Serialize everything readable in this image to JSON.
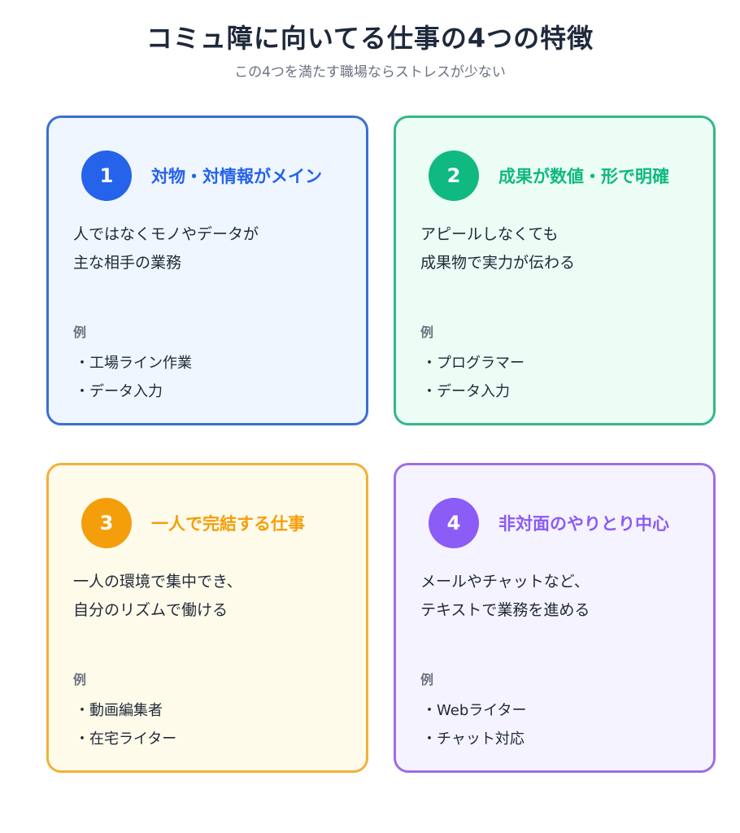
{
  "title": "コミュ障に向いてる仕事の4つの特徴",
  "subtitle": "この4つを満たす職場ならストレスが少ない",
  "example_label": "例",
  "cards": [
    {
      "number": "1",
      "heading": "対物・対情報がメイン",
      "desc": [
        "人ではなくモノやデータが",
        "主な相手の業務"
      ],
      "examples": [
        "工場ライン作業",
        "データ入力"
      ],
      "accent": "#2563eb",
      "background": "#eff6ff",
      "border": "#3b6fd4"
    },
    {
      "number": "2",
      "heading": "成果が数値・形で明確",
      "desc": [
        "アピールしなくても",
        "成果物で実力が伝わる"
      ],
      "examples": [
        "プログラマー",
        "データ入力"
      ],
      "accent": "#10b981",
      "background": "#ecfdf5",
      "border": "#34b889"
    },
    {
      "number": "3",
      "heading": "一人で完結する仕事",
      "desc": [
        "一人の環境で集中でき、",
        "自分のリズムで働ける"
      ],
      "examples": [
        "動画編集者",
        "在宅ライター"
      ],
      "accent": "#f59e0b",
      "background": "#fffbeb",
      "border": "#f2b03a"
    },
    {
      "number": "4",
      "heading": "非対面のやりとり中心",
      "desc": [
        "メールやチャットなど、",
        "テキストで業務を進める"
      ],
      "examples": [
        "Webライター",
        "チャット対応"
      ],
      "accent": "#8b5cf6",
      "background": "#f5f3ff",
      "border": "#9c6ee6"
    }
  ]
}
